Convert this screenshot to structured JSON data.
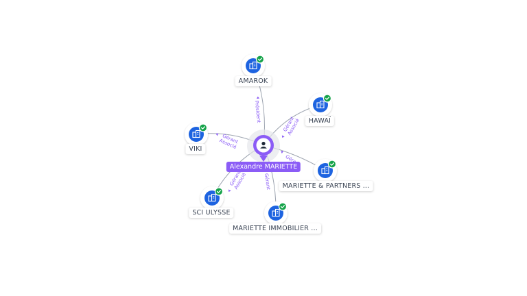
{
  "center": {
    "name": "Alexandre MARIETTE",
    "icon": "person-icon"
  },
  "companies": [
    {
      "id": "amarok",
      "name": "AMAROK",
      "roles": [
        "Président"
      ],
      "verified": true
    },
    {
      "id": "hawai",
      "name": "HAWAÏ",
      "roles": [
        "Gérant",
        "Associé"
      ],
      "verified": true
    },
    {
      "id": "viki",
      "name": "VIKI",
      "roles": [
        "Gérant",
        "Associé"
      ],
      "verified": true
    },
    {
      "id": "mariette-partners",
      "name": "MARIETTE & PARTNERS ...",
      "roles": [
        "Gérant"
      ],
      "verified": true
    },
    {
      "id": "sci-ulysse",
      "name": "SCI ULYSSE",
      "roles": [
        "Gérant",
        "Associé"
      ],
      "verified": true
    },
    {
      "id": "mariette-immobilier",
      "name": "MARIETTE IMMOBILIER ...",
      "roles": [
        "Gérant"
      ],
      "verified": true
    }
  ],
  "colors": {
    "accent": "#8b5cf6",
    "company": "#1d63e0",
    "verified": "#16a34a",
    "edge": "#9ca3af",
    "role_text": "#8b5cf6"
  },
  "icons": {
    "company": "building-icon",
    "verified": "check-badge-icon"
  }
}
